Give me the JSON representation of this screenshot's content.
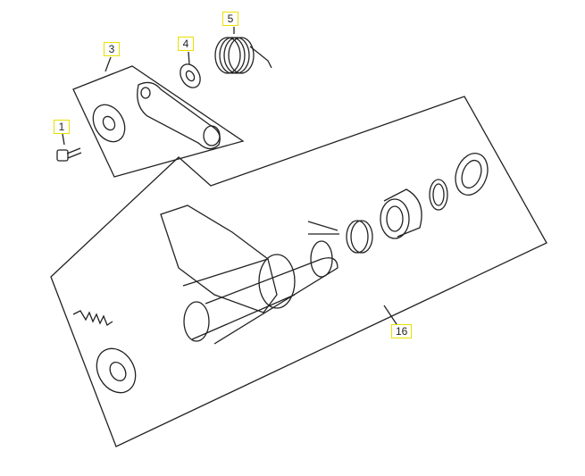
{
  "callouts": {
    "bolt": "1",
    "lever_assembly": "3",
    "washer": "4",
    "spring": "5",
    "shift_drum_assembly": "16"
  },
  "colors": {
    "line": "#222222",
    "callout_border": "#e8e000"
  }
}
